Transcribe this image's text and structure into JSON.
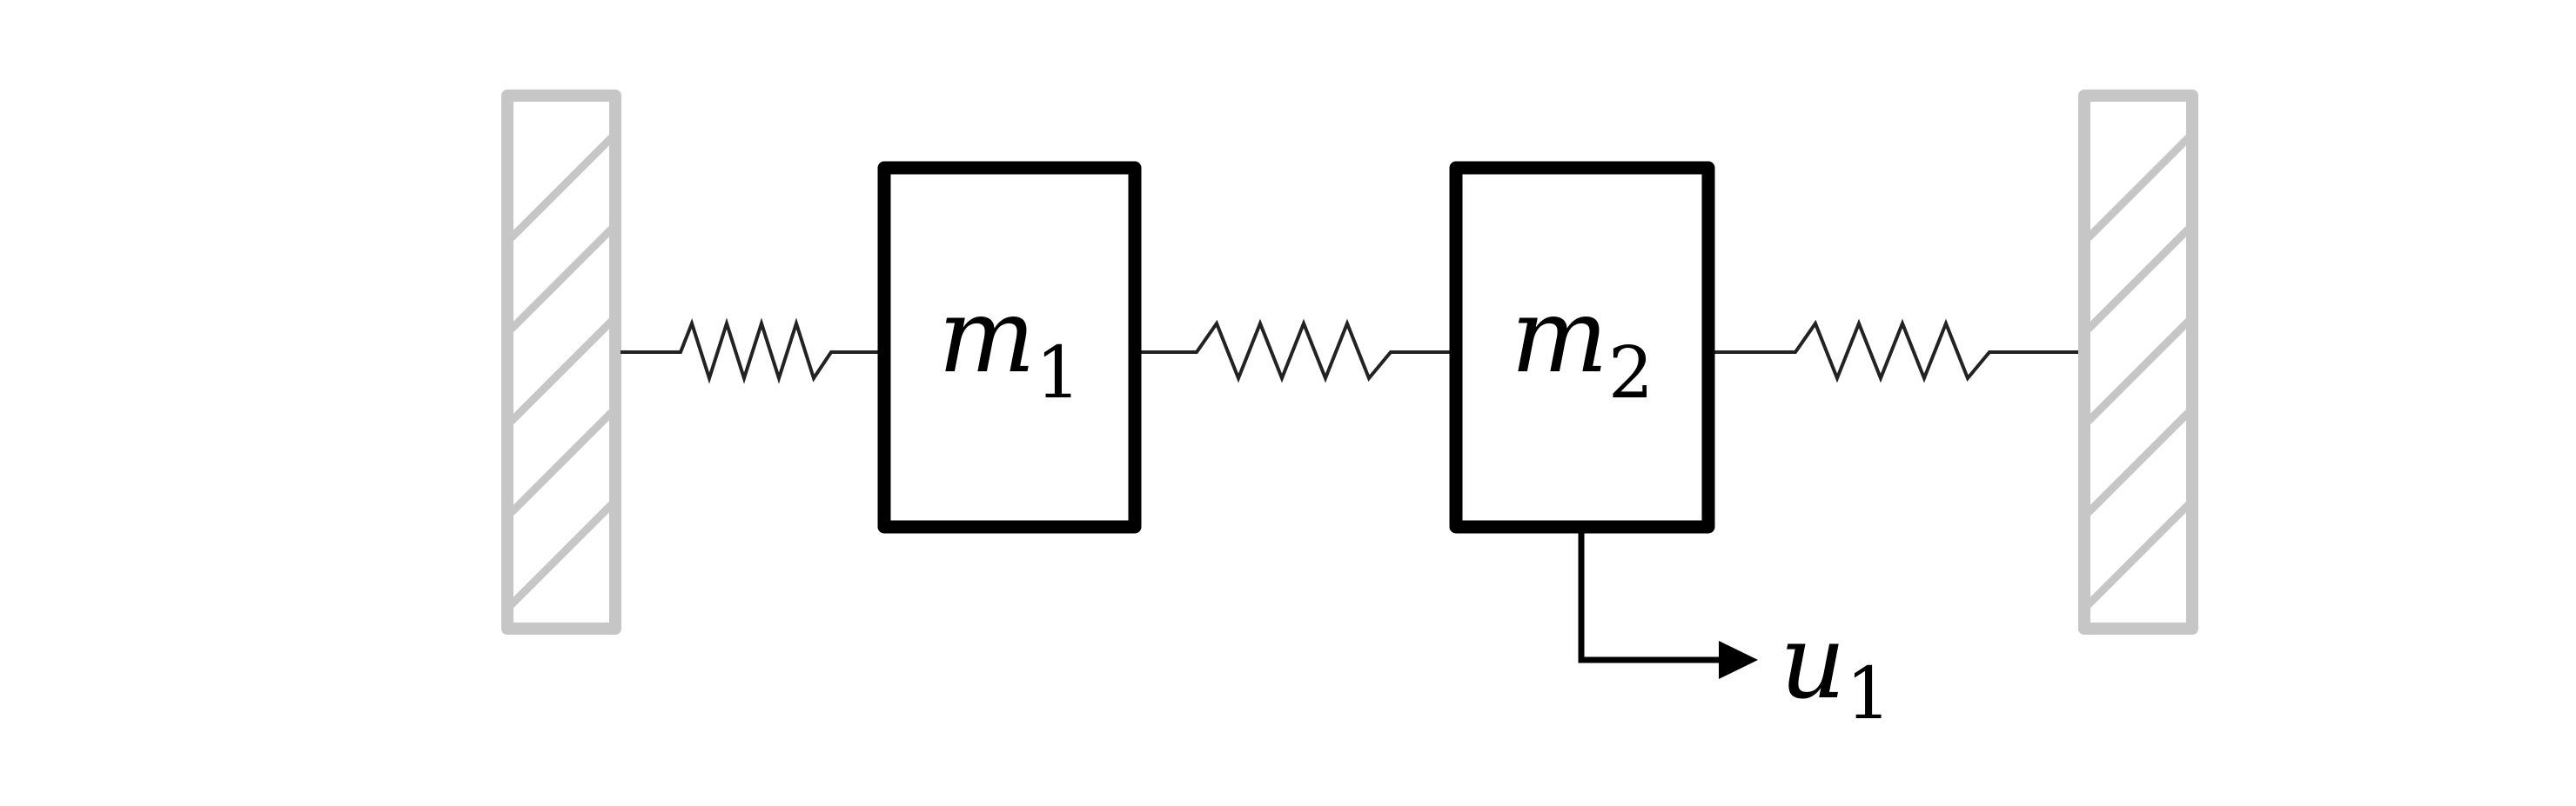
{
  "diagram": {
    "mass_1": {
      "symbol": "m",
      "subscript": "1"
    },
    "mass_2": {
      "symbol": "m",
      "subscript": "2"
    },
    "displacement": {
      "symbol": "u",
      "subscript": "1"
    }
  },
  "colors": {
    "wall": "#c6c6c6",
    "mass": "#000000",
    "spring": "#222222"
  }
}
